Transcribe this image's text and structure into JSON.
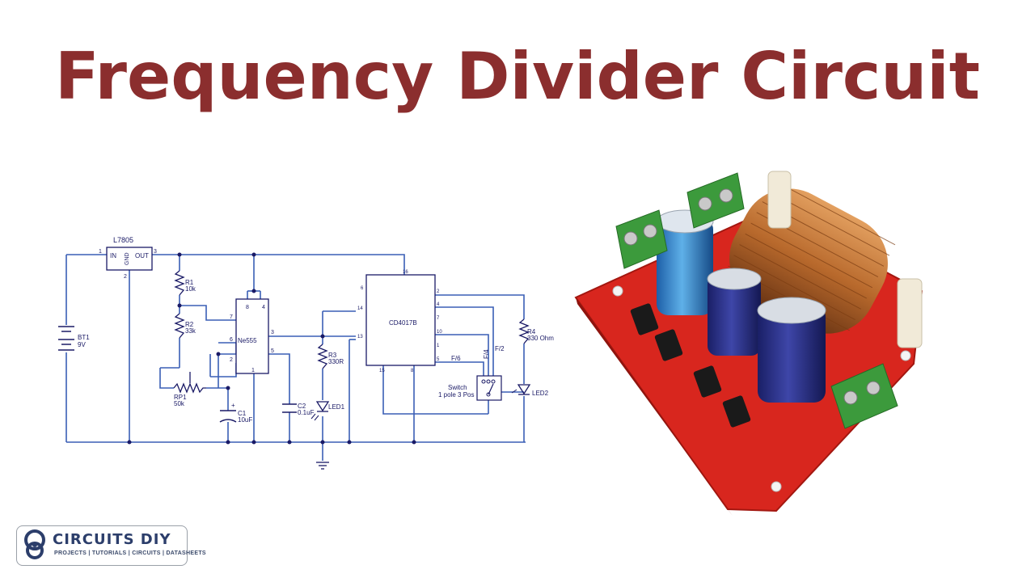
{
  "title": "Frequency Divider Circuit",
  "schematic": {
    "regulator": "L7805",
    "reg_in": "IN",
    "reg_gnd": "GND",
    "reg_out": "OUT",
    "pin1": "1",
    "pin2": "2",
    "pin3": "3",
    "battery_ref": "BT1",
    "battery_val": "9V",
    "r1_ref": "R1",
    "r1_val": "10k",
    "r2_ref": "R2",
    "r2_val": "33k",
    "rp1_ref": "RP1",
    "rp1_val": "50k",
    "c1_ref": "C1",
    "c1_val": "10uF",
    "timer": "Ne555",
    "c2_ref": "C2",
    "c2_val": "0.1uF",
    "r3_ref": "R3",
    "r3_val": "330R",
    "led1": "LED1",
    "counter": "CD4017B",
    "r4_ref": "R4",
    "r4_val": "330 Ohm",
    "led2": "LED2",
    "switch_line1": "Switch",
    "switch_line2": "1 pole 3 Pos",
    "f2": "F/2",
    "f4": "F/4",
    "f6": "F/6",
    "t555_pins": [
      "8",
      "4",
      "7",
      "6",
      "2",
      "3",
      "5",
      "1"
    ],
    "t4017_pins": [
      "16",
      "6",
      "14",
      "13",
      "15",
      "8",
      "2",
      "4",
      "7",
      "10",
      "1",
      "5"
    ]
  },
  "logo": {
    "brand": "CIRCUITS DIY",
    "tagline": "PROJECTS | TUTORIALS | CIRCUITS | DATASHEETS"
  },
  "colors": {
    "title": "#8b2e2e",
    "wire": "#3a5fb5",
    "board": "#d8261e",
    "terminal": "#3c9a3c"
  }
}
